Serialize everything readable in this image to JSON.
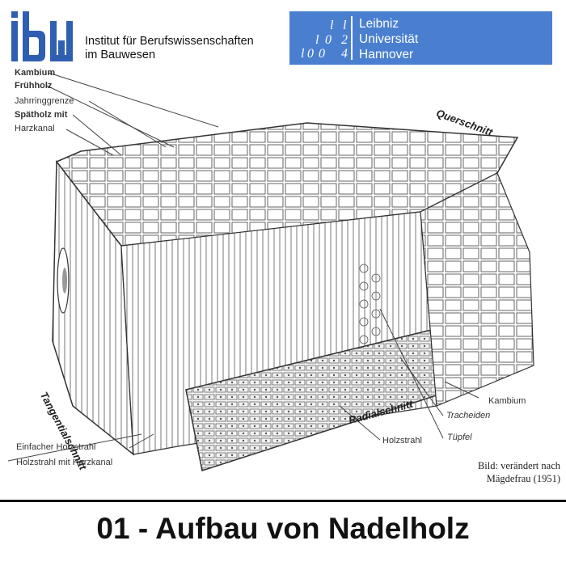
{
  "header": {
    "ibw_logo_text": "ibW",
    "institute_line1": "Institut für Berufswissenschaften",
    "institute_line2": "im Bauwesen",
    "luh_mark_rows": [
      [
        "l",
        "l"
      ],
      [
        "l",
        "0",
        "2"
      ],
      [
        "l",
        "0",
        "0",
        "4"
      ]
    ],
    "luh_name_lines": [
      "Leibniz",
      "Universität",
      "Hannover"
    ],
    "colors": {
      "luh_blue": "#4a7fd0",
      "ibw_blue": "#2f5fb0"
    }
  },
  "diagram": {
    "labels_left": [
      "Kambium",
      "Frühholz",
      "Jahrringgrenze",
      "Spätholz mit",
      "Harzkanal"
    ],
    "labels_bottom_left": [
      "Einfacher Holzstrahl",
      "Holzstrahl mit Harzkanal"
    ],
    "labels_right": [
      "Kambium",
      "Tracheiden",
      "Tüpfel",
      "Holzstrahl"
    ],
    "section_labels": {
      "cross": "Querschnitt",
      "tangential": "Tangentialschnitt",
      "radial": "Radialschnitt"
    },
    "credit_line1": "Bild: verändert nach",
    "credit_line2": "Mägdefrau (1951)"
  },
  "footer": {
    "title": "01 - Aufbau von Nadelholz"
  }
}
